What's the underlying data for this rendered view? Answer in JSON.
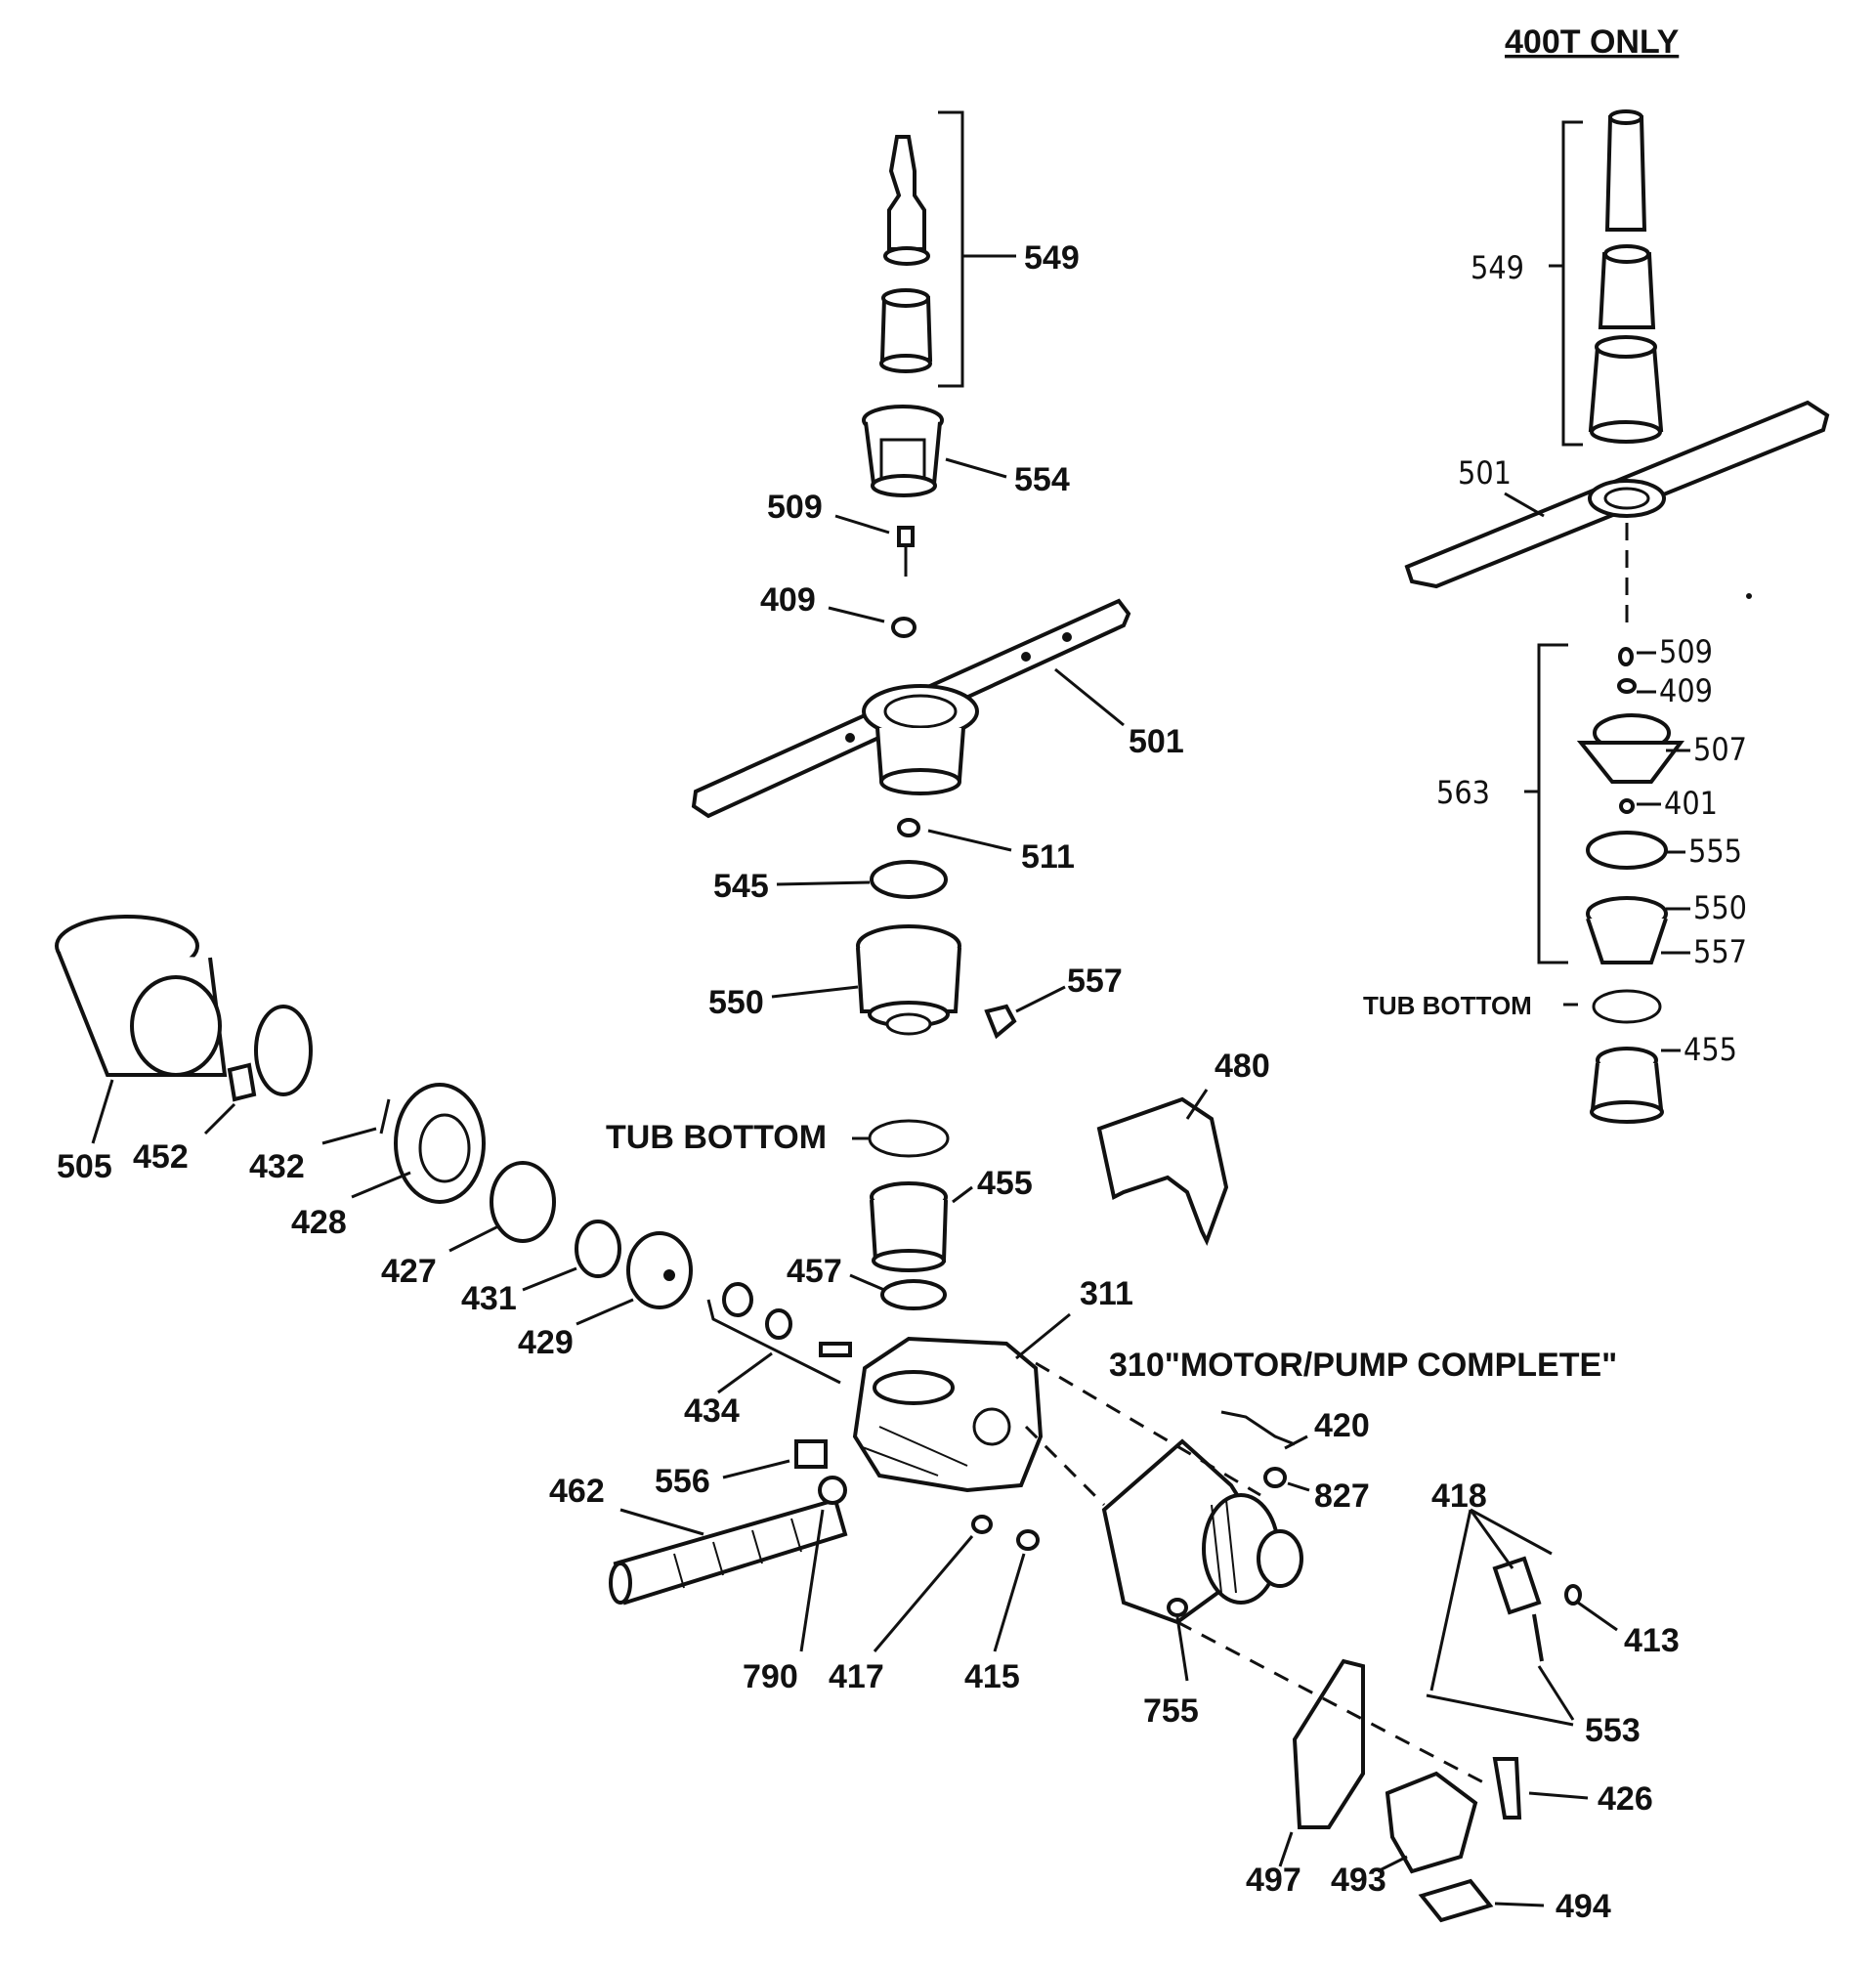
{
  "diagram": {
    "header": "400T ONLY",
    "assembly_title": "310\"MOTOR/PUMP COMPLETE\"",
    "tub_bottom_main": "TUB BOTTOM",
    "tub_bottom_side": "TUB BOTTOM",
    "main_labels": {
      "p549": "549",
      "p554": "554",
      "p509": "509",
      "p409": "409",
      "p501": "501",
      "p511": "511",
      "p545": "545",
      "p550": "550",
      "p557": "557",
      "p480": "480",
      "p455": "455",
      "p457": "457",
      "p311": "311",
      "p505": "505",
      "p452": "452",
      "p432": "432",
      "p428": "428",
      "p427": "427",
      "p431": "431",
      "p429": "429",
      "p434": "434",
      "p420": "420",
      "p827": "827",
      "p418": "418",
      "p413": "413",
      "p462": "462",
      "p556": "556",
      "p790": "790",
      "p417": "417",
      "p415": "415",
      "p755": "755",
      "p553": "553",
      "p426": "426",
      "p497": "497",
      "p493": "493",
      "p494": "494"
    },
    "side_labels": {
      "s549": "549",
      "s501": "501",
      "s509": "509",
      "s409": "409",
      "s507": "507",
      "s563": "563",
      "s401": "401",
      "s555": "555",
      "s550": "550",
      "s557": "557",
      "s455": "455"
    }
  }
}
